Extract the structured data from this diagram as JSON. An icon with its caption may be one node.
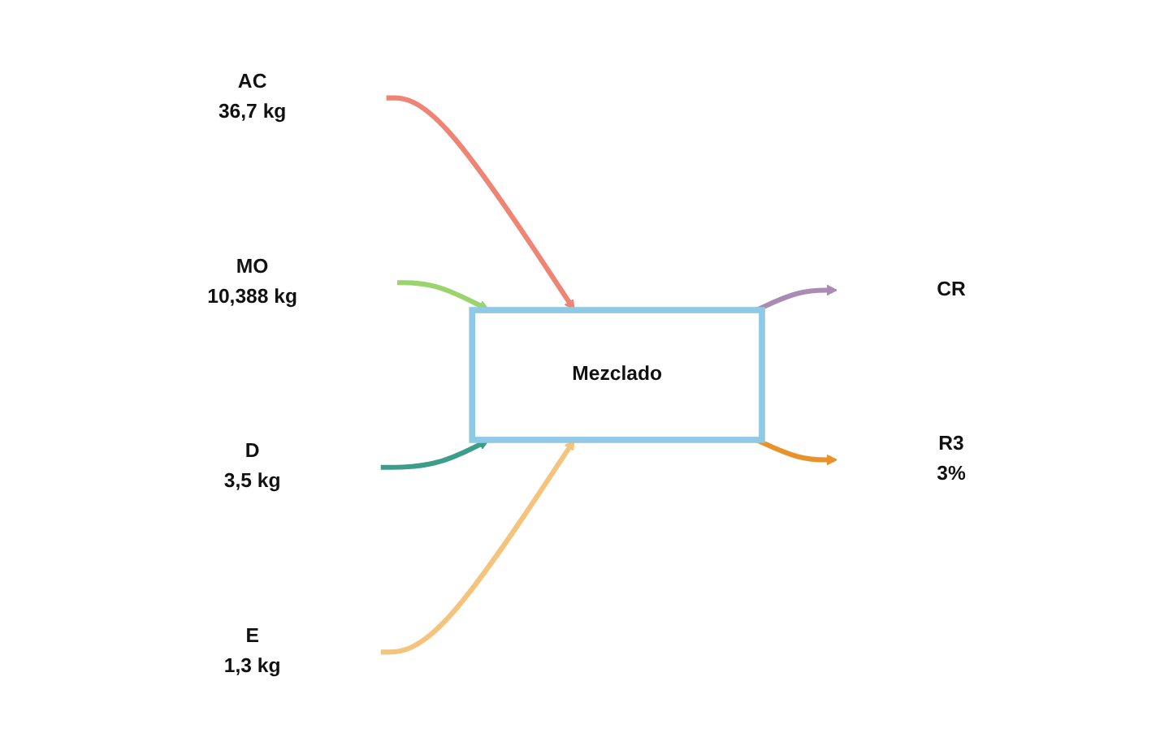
{
  "diagram": {
    "nodes": [
      {
        "text": [
          "AC",
          "36,7 kg"
        ]
      },
      {
        "text": [
          "MO",
          "10,388 kg"
        ]
      },
      {
        "text": [
          "D",
          "3,5 kg"
        ]
      },
      {
        "text": [
          "E",
          "1,3 kg"
        ]
      },
      {
        "text": [
          "Mezclado"
        ]
      },
      {
        "text": [
          "CR"
        ]
      },
      {
        "text": [
          "R3",
          "3%"
        ]
      }
    ],
    "edges": [
      {
        "from": 0,
        "to": 4,
        "arrow": "to",
        "color": "#f08474"
      },
      {
        "from": 1,
        "to": 4,
        "arrow": "to",
        "color": "#9bd46c"
      },
      {
        "from": 2,
        "to": 4,
        "arrow": "to",
        "color": "#3c9e8a"
      },
      {
        "from": 3,
        "to": 4,
        "arrow": "to",
        "color": "#f5c47c"
      },
      {
        "from": 4,
        "to": 5,
        "arrow": "to",
        "color": "#a98bb3"
      },
      {
        "from": 4,
        "to": 6,
        "arrow": "to",
        "color": "#e8922c"
      }
    ]
  }
}
